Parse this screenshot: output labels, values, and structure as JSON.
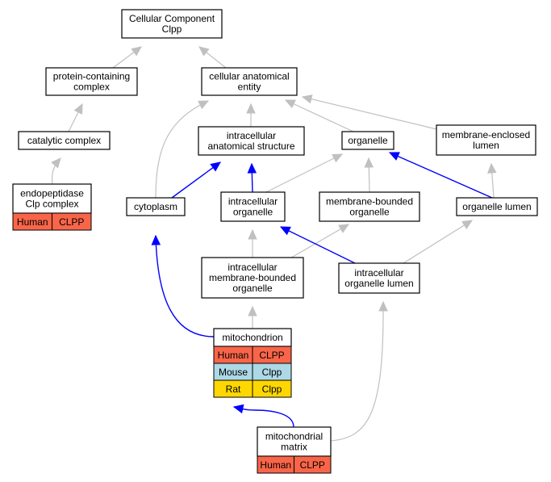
{
  "colors": {
    "human": "#f96549",
    "mouse": "#add8e6",
    "rat": "#ffd700",
    "edge_default": "#c0c0c0",
    "edge_highlight": "#0000ff"
  },
  "nodes": {
    "cellular_component": {
      "lines": [
        "Cellular Component",
        "Clpp"
      ]
    },
    "protein_containing_complex": {
      "lines": [
        "protein-containing",
        "complex"
      ]
    },
    "cellular_anatomical_entity": {
      "lines": [
        "cellular anatomical",
        "entity"
      ]
    },
    "catalytic_complex": {
      "lines": [
        "catalytic complex"
      ]
    },
    "intracellular_anatomical_structure": {
      "lines": [
        "intracellular",
        "anatomical structure"
      ]
    },
    "organelle": {
      "lines": [
        "organelle"
      ]
    },
    "membrane_enclosed_lumen": {
      "lines": [
        "membrane-enclosed",
        "lumen"
      ]
    },
    "endopeptidase_clp_complex": {
      "lines": [
        "endopeptidase",
        "Clp complex"
      ],
      "annotations": [
        {
          "species": "Human",
          "gene": "CLPP",
          "color": "human"
        }
      ]
    },
    "cytoplasm": {
      "lines": [
        "cytoplasm"
      ]
    },
    "intracellular_organelle": {
      "lines": [
        "intracellular",
        "organelle"
      ]
    },
    "membrane_bounded_organelle": {
      "lines": [
        "membrane-bounded",
        "organelle"
      ]
    },
    "organelle_lumen": {
      "lines": [
        "organelle lumen"
      ]
    },
    "intracellular_membrane_bounded_organelle": {
      "lines": [
        "intracellular",
        "membrane-bounded",
        "organelle"
      ]
    },
    "intracellular_organelle_lumen": {
      "lines": [
        "intracellular",
        "organelle lumen"
      ]
    },
    "mitochondrion": {
      "lines": [
        "mitochondrion"
      ],
      "annotations": [
        {
          "species": "Human",
          "gene": "CLPP",
          "color": "human"
        },
        {
          "species": "Mouse",
          "gene": "Clpp",
          "color": "mouse"
        },
        {
          "species": "Rat",
          "gene": "Clpp",
          "color": "rat"
        }
      ]
    },
    "mitochondrial_matrix": {
      "lines": [
        "mitochondrial",
        "matrix"
      ],
      "annotations": [
        {
          "species": "Human",
          "gene": "CLPP",
          "color": "human"
        }
      ]
    }
  },
  "edges": [
    {
      "from": "protein_containing_complex",
      "to": "cellular_component",
      "highlight": false
    },
    {
      "from": "cellular_anatomical_entity",
      "to": "cellular_component",
      "highlight": false
    },
    {
      "from": "catalytic_complex",
      "to": "protein_containing_complex",
      "highlight": false
    },
    {
      "from": "endopeptidase_clp_complex",
      "to": "catalytic_complex",
      "highlight": false
    },
    {
      "from": "intracellular_anatomical_structure",
      "to": "cellular_anatomical_entity",
      "highlight": false
    },
    {
      "from": "organelle",
      "to": "cellular_anatomical_entity",
      "highlight": false
    },
    {
      "from": "membrane_enclosed_lumen",
      "to": "cellular_anatomical_entity",
      "highlight": false
    },
    {
      "from": "cytoplasm",
      "to": "cellular_anatomical_entity",
      "highlight": false
    },
    {
      "from": "cytoplasm",
      "to": "intracellular_anatomical_structure",
      "highlight": true
    },
    {
      "from": "intracellular_organelle",
      "to": "intracellular_anatomical_structure",
      "highlight": true
    },
    {
      "from": "intracellular_organelle",
      "to": "organelle",
      "highlight": false
    },
    {
      "from": "membrane_bounded_organelle",
      "to": "organelle",
      "highlight": false
    },
    {
      "from": "organelle_lumen",
      "to": "organelle",
      "highlight": true
    },
    {
      "from": "organelle_lumen",
      "to": "membrane_enclosed_lumen",
      "highlight": false
    },
    {
      "from": "intracellular_membrane_bounded_organelle",
      "to": "intracellular_organelle",
      "highlight": false
    },
    {
      "from": "intracellular_membrane_bounded_organelle",
      "to": "membrane_bounded_organelle",
      "highlight": false
    },
    {
      "from": "intracellular_organelle_lumen",
      "to": "intracellular_organelle",
      "highlight": true
    },
    {
      "from": "intracellular_organelle_lumen",
      "to": "organelle_lumen",
      "highlight": false
    },
    {
      "from": "mitochondrion",
      "to": "cytoplasm",
      "highlight": true
    },
    {
      "from": "mitochondrion",
      "to": "intracellular_membrane_bounded_organelle",
      "highlight": false
    },
    {
      "from": "mitochondrial_matrix",
      "to": "mitochondrion",
      "highlight": true
    },
    {
      "from": "mitochondrial_matrix",
      "to": "intracellular_organelle_lumen",
      "highlight": false
    }
  ]
}
